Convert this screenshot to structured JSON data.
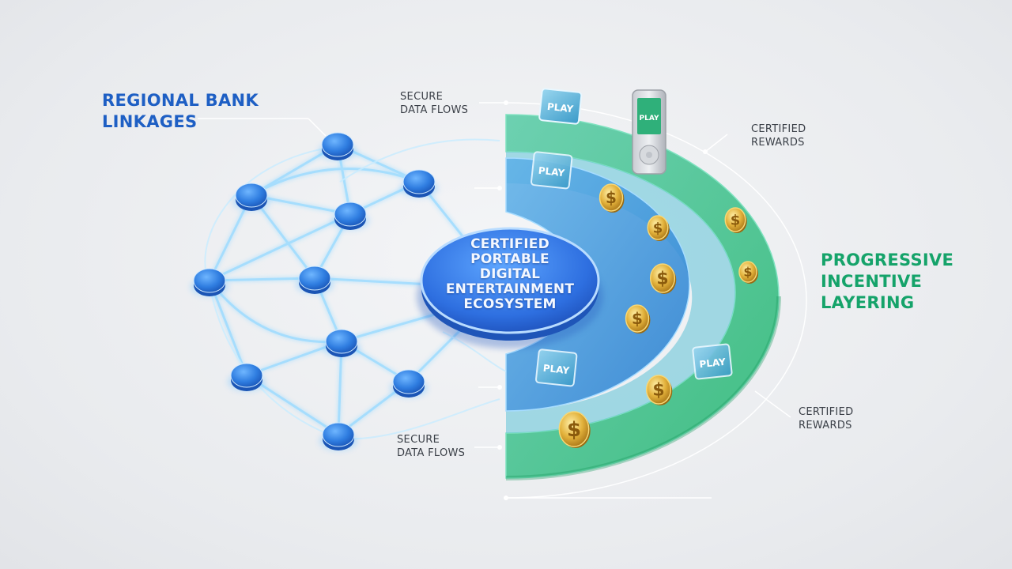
{
  "left_title": {
    "line1": "REGIONAL BANK",
    "line2": "LINKAGES"
  },
  "right_title": {
    "line1": "PROGRESSIVE",
    "line2": "INCENTIVE",
    "line3": "LAYERING"
  },
  "hub": {
    "line1": "CERTIFIED",
    "line2": "PORTABLE",
    "line3": "DIGITAL",
    "line4": "ENTERTAINMENT",
    "line5": "ECOSYSTEM"
  },
  "labels": {
    "secure_top": {
      "line1": "SECURE",
      "line2": "DATA FLOWS"
    },
    "secure_bottom": {
      "line1": "SECURE",
      "line2": "DATA FLOWS"
    },
    "rewards_top": {
      "line1": "CERTIFIED",
      "line2": "REWARDS"
    },
    "rewards_bottom": {
      "line1": "CERTIFIED",
      "line2": "REWARDS"
    }
  },
  "play_label": "PLAY",
  "coin_symbol": "$",
  "colors": {
    "blue_title": "#1e5fc4",
    "green_title": "#15a36a",
    "node_blue": "#2f7de0",
    "link_glow": "#8fd3ff",
    "inner_arc": "#3f93d6",
    "outer_arc": "#2fbf7f",
    "coin_gold": "#d9a92c"
  }
}
